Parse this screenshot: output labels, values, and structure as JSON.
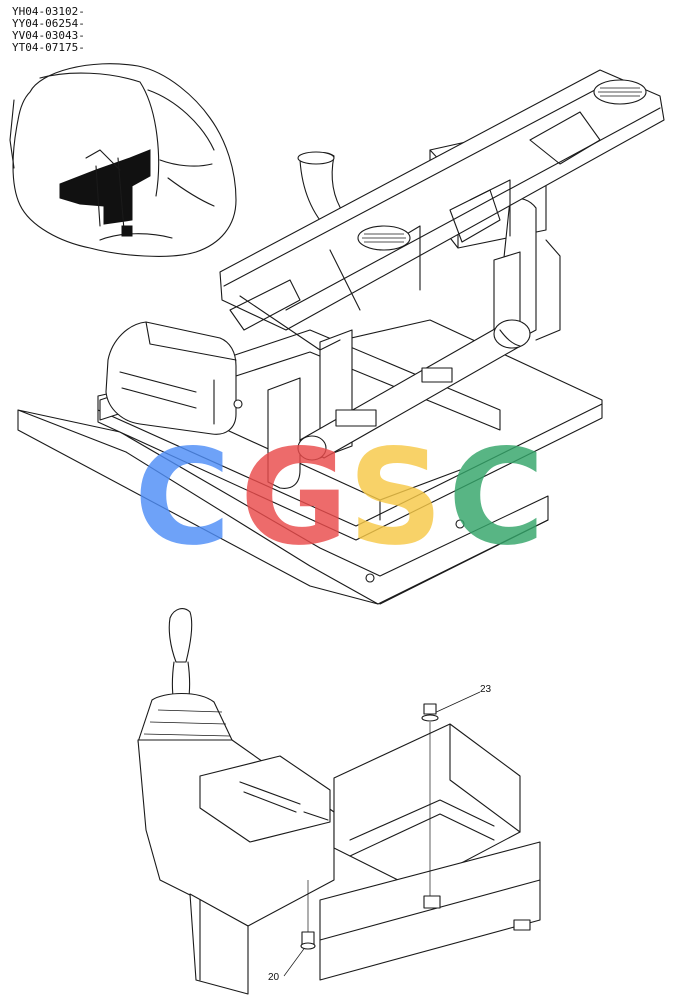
{
  "serial_numbers": [
    "YH04-03102-",
    "YY04-06254-",
    "YV04-03043-",
    "YT04-07175-"
  ],
  "callouts": {
    "part_23": "23",
    "part_20": "20"
  },
  "watermark": {
    "letters": [
      "C",
      "G",
      "S",
      "C"
    ],
    "colors": [
      "#4f8ef7",
      "#ea4b4b",
      "#f7c948",
      "#34a66a"
    ]
  }
}
